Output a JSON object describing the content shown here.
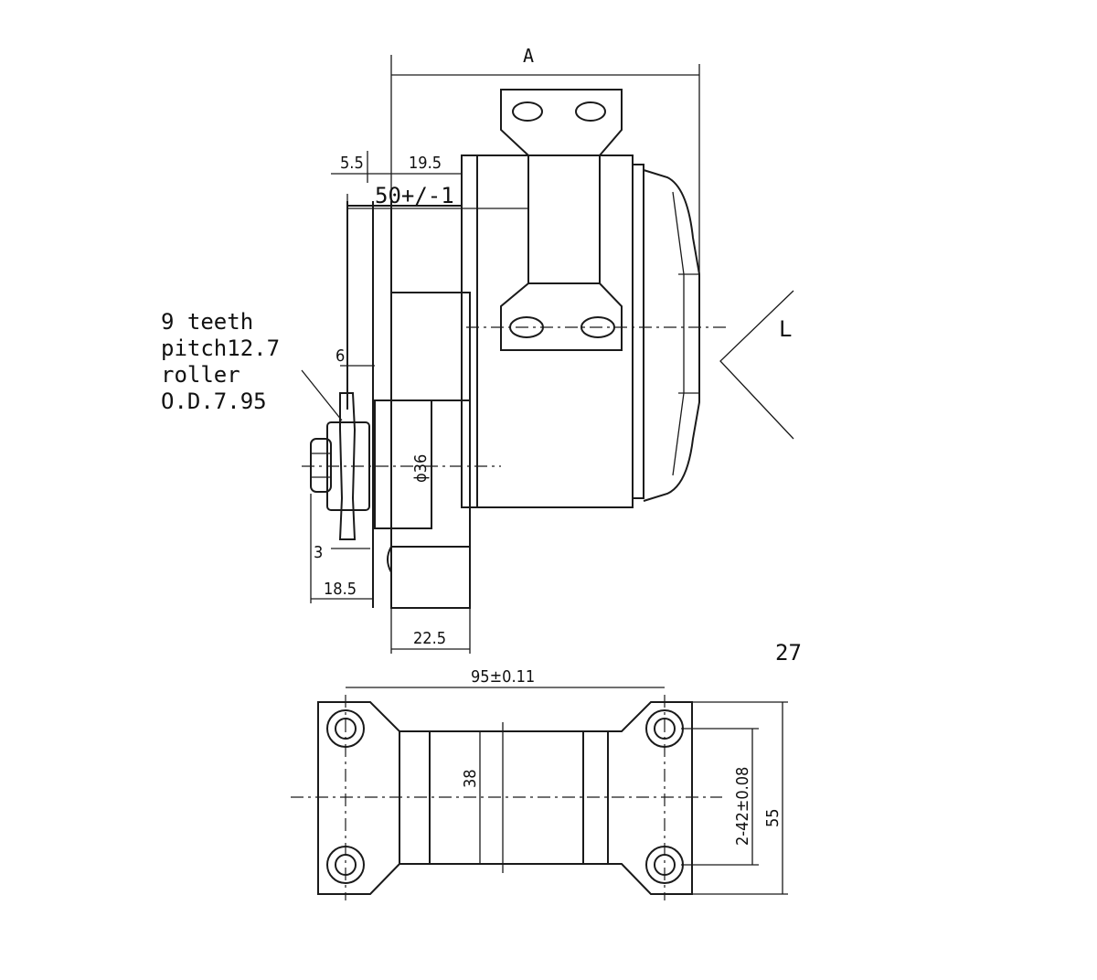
{
  "dimensions": {
    "overall_length": "A",
    "offset_small": "5.5",
    "offset_to_body": "19.5",
    "flange_to_mount": "50+/-1",
    "sprocket_width": "6",
    "hub_diameter": "ϕ36",
    "shaft_step": "3",
    "sprocket_offset": "18.5",
    "gear_housing_width": "22.5",
    "mount_hole_spacing": "95±0.11",
    "mount_center_width": "38",
    "mount_slot_spacing": "2-42±0.08",
    "mount_height": "55",
    "partial_label_L": "L",
    "partial_label_27": "27"
  },
  "sprocket_note": {
    "line1": "9 teeth",
    "line2": "pitch12.7",
    "line3": "roller",
    "line4": "O.D.7.95"
  }
}
